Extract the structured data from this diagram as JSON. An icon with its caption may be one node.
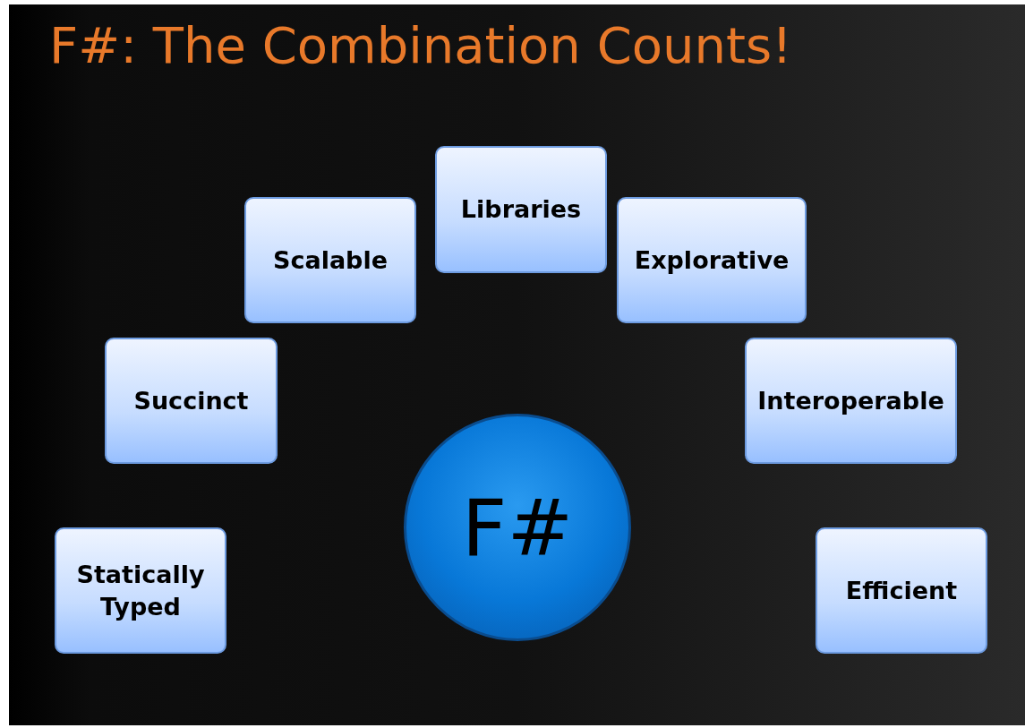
{
  "diagram": {
    "title": "F#: The Combination Counts!",
    "nodes": [
      {
        "text": [
          "Libraries"
        ]
      },
      {
        "text": [
          "Scalable"
        ]
      },
      {
        "text": [
          "Explorative"
        ]
      },
      {
        "text": [
          "Succinct"
        ]
      },
      {
        "text": [
          "Interoperable"
        ]
      },
      {
        "text": [
          "F#"
        ]
      },
      {
        "text": [
          "Statically Typed"
        ]
      },
      {
        "text": [
          "Efficient"
        ]
      }
    ]
  }
}
